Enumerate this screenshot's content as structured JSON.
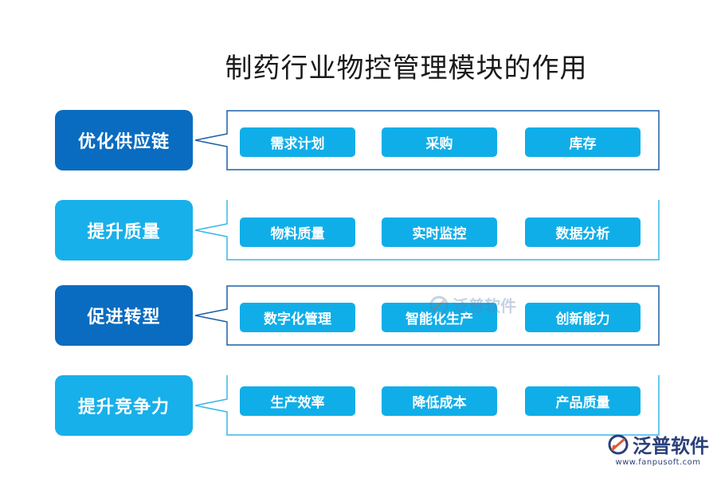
{
  "title": "制药行业物控管理模块的作用",
  "rows": [
    {
      "label": "优化供应链",
      "style": "dark",
      "items": [
        "需求计划",
        "采购",
        "库存"
      ]
    },
    {
      "label": "提升质量",
      "style": "light",
      "items": [
        "物料质量",
        "实时监控",
        "数据分析"
      ]
    },
    {
      "label": "促进转型",
      "style": "dark",
      "items": [
        "数字化管理",
        "智能化生产",
        "创新能力"
      ]
    },
    {
      "label": "提升竞争力",
      "style": "light",
      "items": [
        "生产效率",
        "降低成本",
        "产品质量"
      ]
    }
  ],
  "colors": {
    "dark": "#0a6cc0",
    "light": "#17b0ea",
    "pill": "#10aee8",
    "frame_dark": "#1f5fa8",
    "frame_light": "#3ab7e8"
  },
  "watermark": "泛普软件",
  "logo": {
    "name": "泛普软件",
    "url": "www.fanpusoft.com"
  }
}
